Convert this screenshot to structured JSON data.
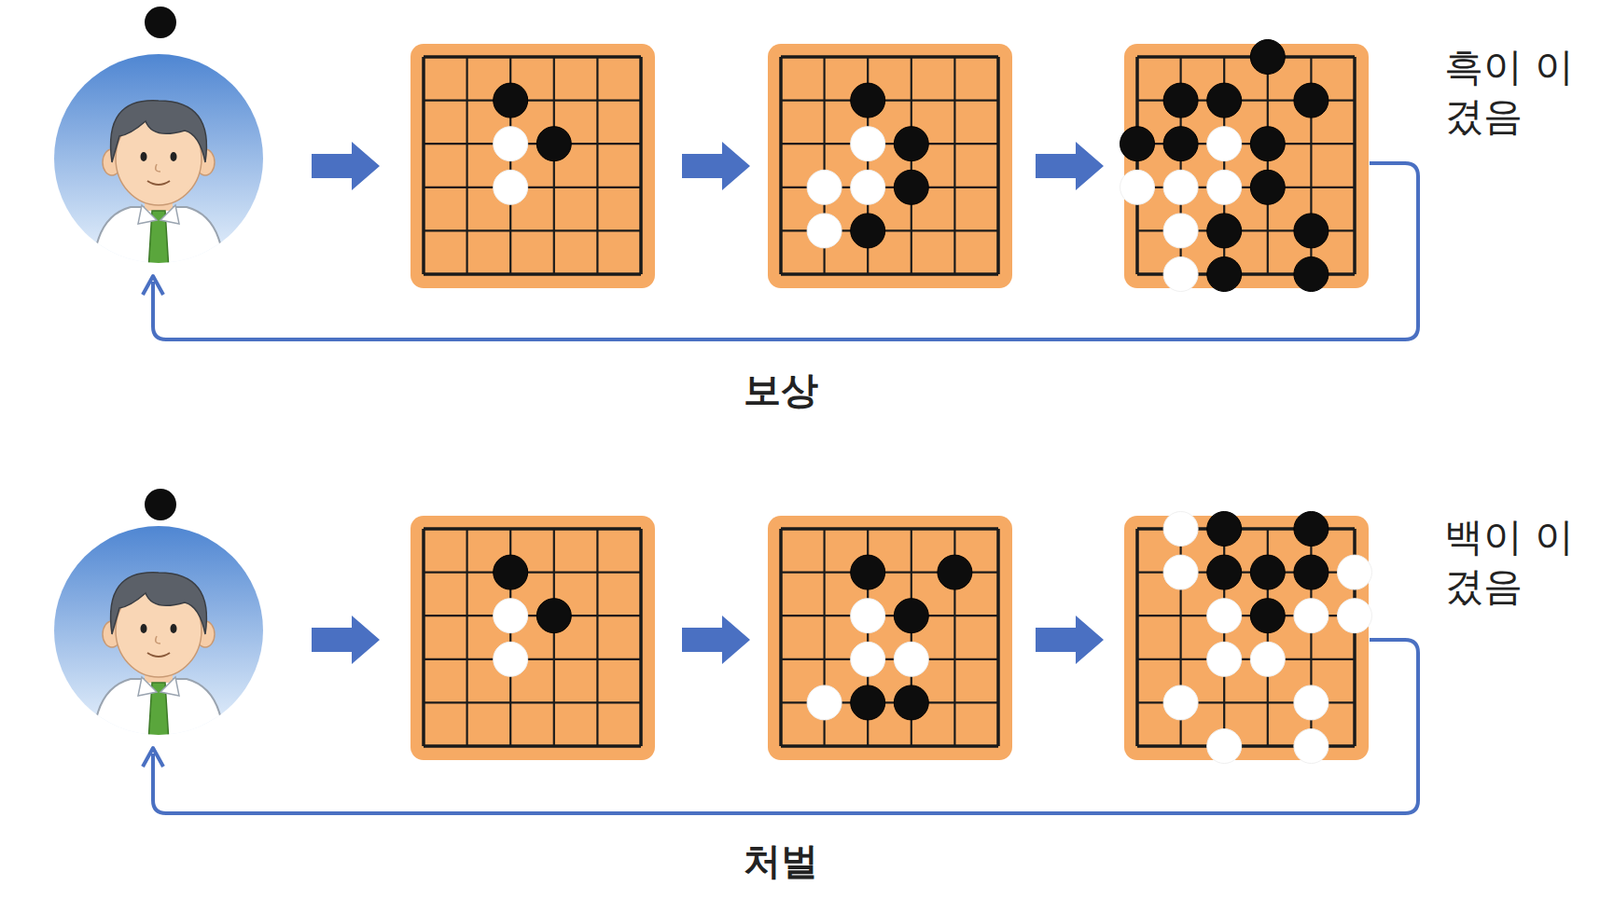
{
  "diagram": {
    "labels": [
      "흑이 이겼음",
      "보상",
      "백이 이겼음",
      "처벌"
    ]
  }
}
